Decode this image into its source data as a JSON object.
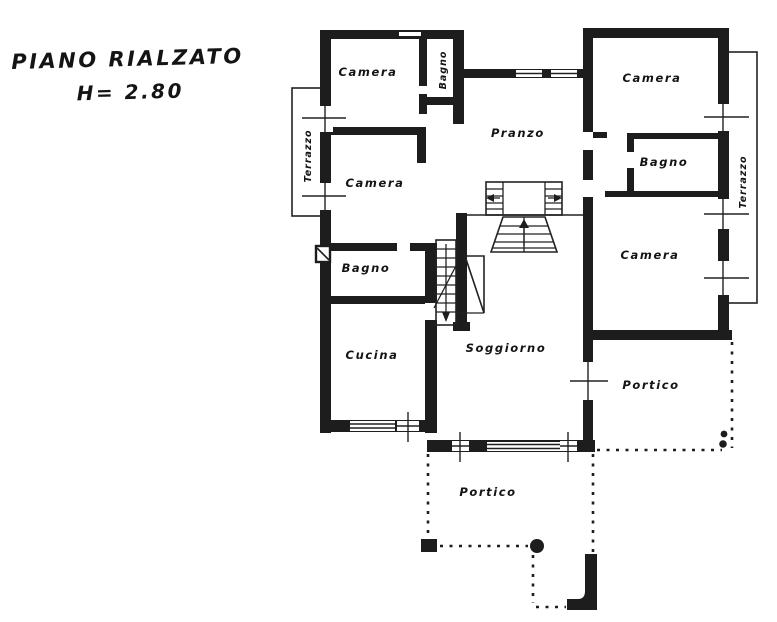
{
  "title": {
    "line1": "PIANO RIALZATO",
    "line2": "H= 2.80"
  },
  "plan": {
    "rooms": [
      {
        "id": "camera-top-left",
        "label": "Camera"
      },
      {
        "id": "bagno-top",
        "label": "Bagno"
      },
      {
        "id": "terrazzo-left",
        "label": "Terrazzo"
      },
      {
        "id": "camera-left",
        "label": "Camera"
      },
      {
        "id": "pranzo",
        "label": "Pranzo"
      },
      {
        "id": "camera-top-right",
        "label": "Camera"
      },
      {
        "id": "terrazzo-right",
        "label": "Terrazzo"
      },
      {
        "id": "bagno-right",
        "label": "Bagno"
      },
      {
        "id": "camera-bottom-right",
        "label": "Camera"
      },
      {
        "id": "bagno-left",
        "label": "Bagno"
      },
      {
        "id": "cucina",
        "label": "Cucina"
      },
      {
        "id": "soggiorno",
        "label": "Soggiorno"
      },
      {
        "id": "portico-right",
        "label": "Portico"
      },
      {
        "id": "portico-bottom",
        "label": "Portico"
      }
    ],
    "colors": {
      "wall": "#1d1d1d",
      "paper": "#ffffff"
    }
  }
}
